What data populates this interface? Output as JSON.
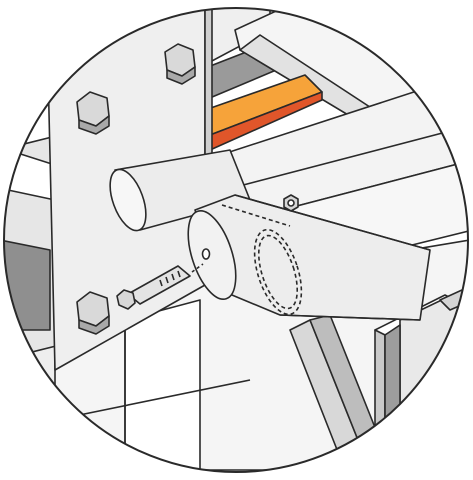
{
  "illustration": {
    "subject": "exploded-assembly-detail",
    "parts": [
      {
        "id": "mounting-plate",
        "icon": "bolt-plate"
      },
      {
        "id": "hex-bolt",
        "icon": "hex-bolt"
      },
      {
        "id": "tube-sleeve",
        "icon": "tube"
      },
      {
        "id": "pipe",
        "icon": "pipe"
      },
      {
        "id": "hex-nut",
        "icon": "hex-nut"
      },
      {
        "id": "channel-bracket",
        "icon": "channel"
      },
      {
        "id": "orange-rail",
        "icon": "rail"
      }
    ],
    "colors": {
      "line": "#2a2a2a",
      "steel_light": "#f1f1f1",
      "steel_mid": "#d6d6d6",
      "steel_dark": "#9a9a9a",
      "accent_orange": "#f6a33a",
      "accent_red": "#e0562a",
      "background": "#ffffff"
    }
  }
}
